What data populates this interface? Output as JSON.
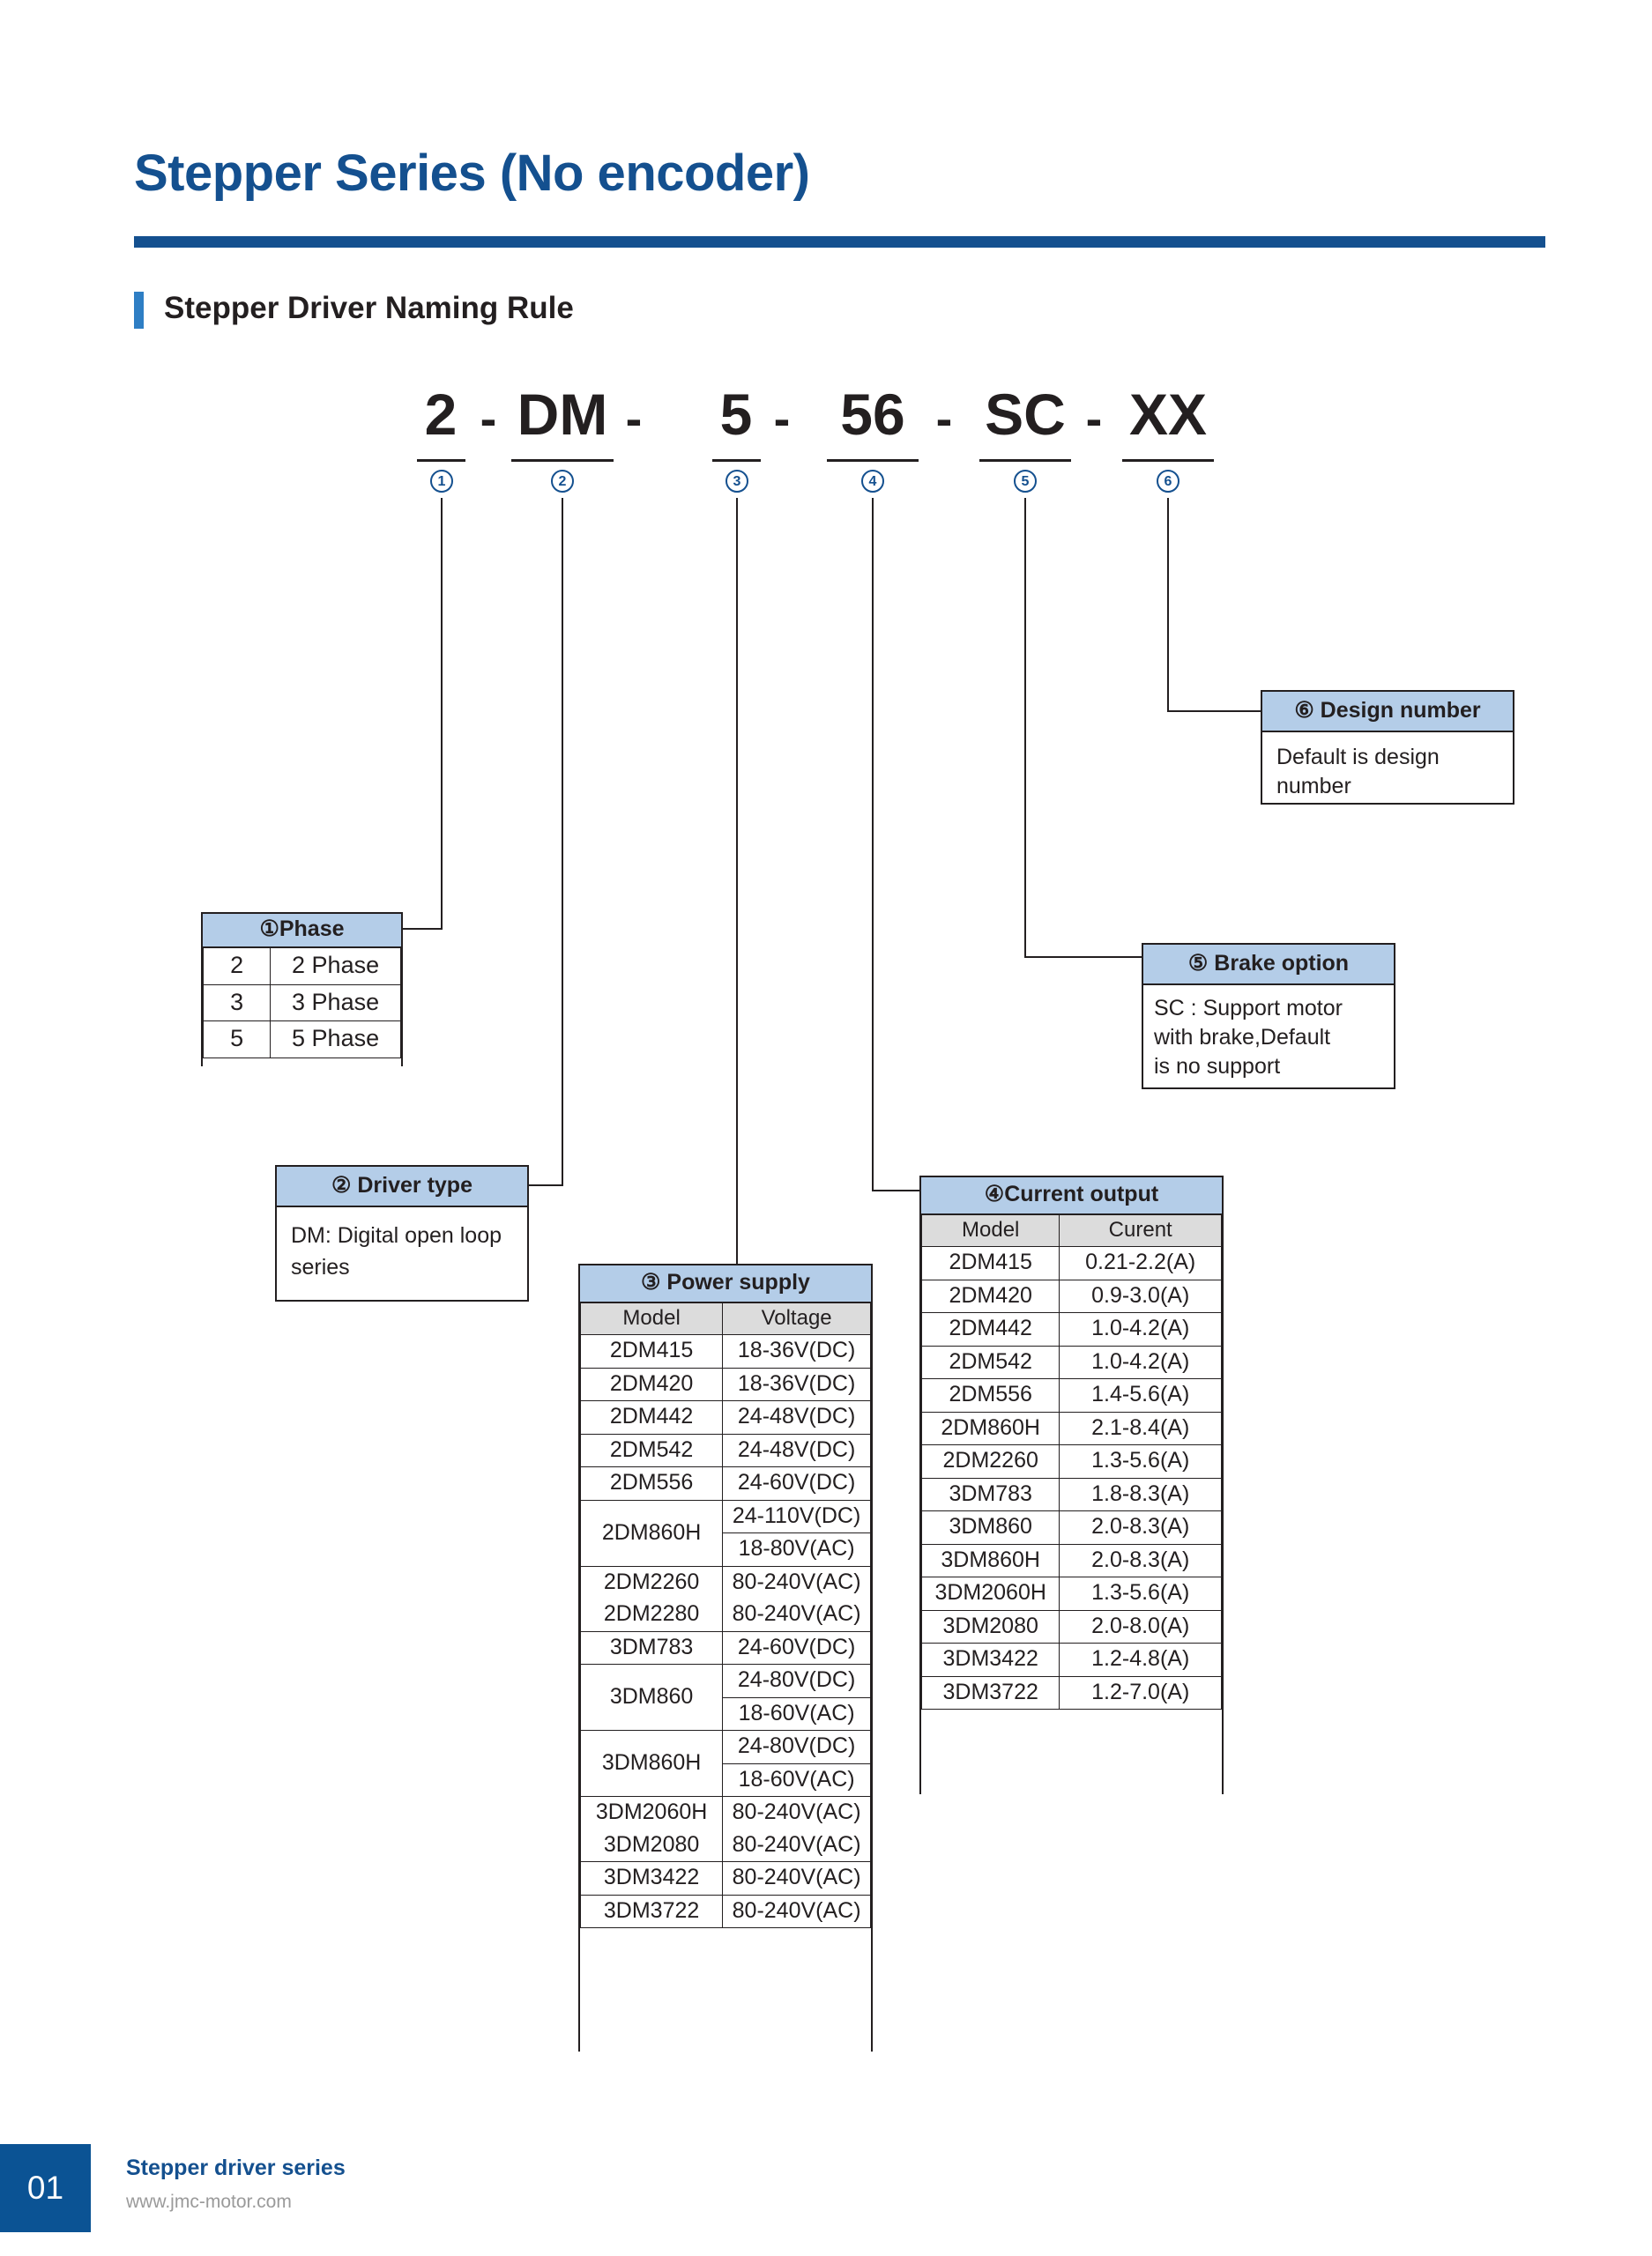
{
  "header": {
    "title": "Stepper Series (No encoder)",
    "section_title": "Stepper Driver Naming Rule",
    "accent_color": "#14508f",
    "section_bar_color": "#2e7ec4"
  },
  "formula": {
    "tokens": [
      "2",
      "DM",
      "5",
      "56",
      "SC",
      "XX"
    ],
    "separator": "-",
    "markers": [
      "1",
      "2",
      "3",
      "4",
      "5",
      "6"
    ]
  },
  "boxes": {
    "phase": {
      "marker": "①",
      "title": "Phase",
      "title_full": "①Phase",
      "rows": [
        {
          "code": "2",
          "label": "2 Phase"
        },
        {
          "code": "3",
          "label": "3 Phase"
        },
        {
          "code": "5",
          "label": "5 Phase"
        }
      ]
    },
    "driver_type": {
      "marker": "②",
      "title": "Driver type",
      "title_full": "② Driver type",
      "body": "DM: Digital open loop series"
    },
    "power_supply": {
      "marker": "③",
      "title": "Power supply",
      "title_full": "③ Power supply",
      "columns": [
        "Model",
        "Voltage"
      ],
      "rows": [
        {
          "model": "2DM415",
          "voltage": "18-36V(DC)"
        },
        {
          "model": "2DM420",
          "voltage": "18-36V(DC)"
        },
        {
          "model": "2DM442",
          "voltage": "24-48V(DC)"
        },
        {
          "model": "2DM542",
          "voltage": "24-48V(DC)"
        },
        {
          "model": "2DM556",
          "voltage": "24-60V(DC)"
        },
        {
          "model": "2DM860H",
          "voltage": "24-110V(DC)"
        },
        {
          "model": "",
          "voltage": "18-80V(AC)"
        },
        {
          "model": "2DM2260",
          "voltage": "80-240V(AC)"
        },
        {
          "model": "2DM2280",
          "voltage": "80-240V(AC)"
        },
        {
          "model": "3DM783",
          "voltage": "24-60V(DC)"
        },
        {
          "model": "3DM860",
          "voltage": "24-80V(DC)"
        },
        {
          "model": "",
          "voltage": "18-60V(AC)"
        },
        {
          "model": "3DM860H",
          "voltage": "24-80V(DC)"
        },
        {
          "model": "",
          "voltage": "18-60V(AC)"
        },
        {
          "model": "3DM2060H",
          "voltage": "80-240V(AC)"
        },
        {
          "model": "3DM2080",
          "voltage": "80-240V(AC)"
        },
        {
          "model": "3DM3422",
          "voltage": "80-240V(AC)"
        },
        {
          "model": "3DM3722",
          "voltage": "80-240V(AC)"
        }
      ]
    },
    "current_output": {
      "marker": "④",
      "title": "Current output",
      "title_full": "④Current output",
      "columns": [
        "Model",
        "Curent"
      ],
      "rows": [
        {
          "model": "2DM415",
          "current": "0.21-2.2(A)"
        },
        {
          "model": "2DM420",
          "current": "0.9-3.0(A)"
        },
        {
          "model": "2DM442",
          "current": "1.0-4.2(A)"
        },
        {
          "model": "2DM542",
          "current": "1.0-4.2(A)"
        },
        {
          "model": "2DM556",
          "current": "1.4-5.6(A)"
        },
        {
          "model": "2DM860H",
          "current": "2.1-8.4(A)"
        },
        {
          "model": "2DM2260",
          "current": "1.3-5.6(A)"
        },
        {
          "model": "3DM783",
          "current": "1.8-8.3(A)"
        },
        {
          "model": "3DM860",
          "current": "2.0-8.3(A)"
        },
        {
          "model": "3DM860H",
          "current": "2.0-8.3(A)"
        },
        {
          "model": "3DM2060H",
          "current": "1.3-5.6(A)"
        },
        {
          "model": "3DM2080",
          "current": "2.0-8.0(A)"
        },
        {
          "model": "3DM3422",
          "current": "1.2-4.8(A)"
        },
        {
          "model": "3DM3722",
          "current": "1.2-7.0(A)"
        }
      ]
    },
    "brake_option": {
      "marker": "⑤",
      "title": "Brake option",
      "title_full": "⑤ Brake option",
      "body_lines": [
        "SC : Support  motor",
        " with brake,Default",
        "is no support"
      ]
    },
    "design_number": {
      "marker": "⑥",
      "title": "Design number",
      "title_full": "⑥ Design number",
      "body": "Default is design number"
    }
  },
  "footer": {
    "page_number": "01",
    "series": "Stepper driver series",
    "url": "www.jmc-motor.com"
  }
}
